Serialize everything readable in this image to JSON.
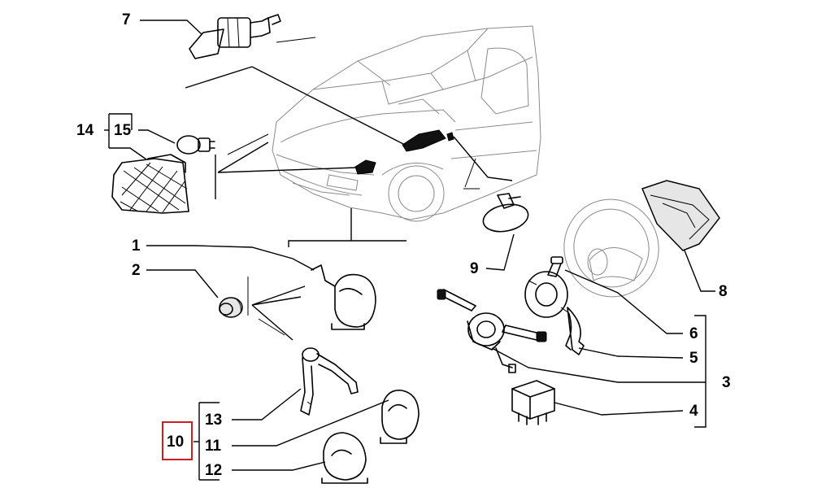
{
  "callouts": {
    "c1": "1",
    "c2": "2",
    "c3": "3",
    "c4": "4",
    "c5": "5",
    "c6": "6",
    "c7": "7",
    "c8": "8",
    "c9": "9",
    "c10": "10",
    "c11": "11",
    "c12": "12",
    "c13": "13",
    "c14": "14",
    "c15": "15"
  },
  "highlight": {
    "callout": "10",
    "color": "#cc1f1f"
  },
  "colors": {
    "ink": "#000000",
    "car_lines": "#8a8a8a"
  }
}
